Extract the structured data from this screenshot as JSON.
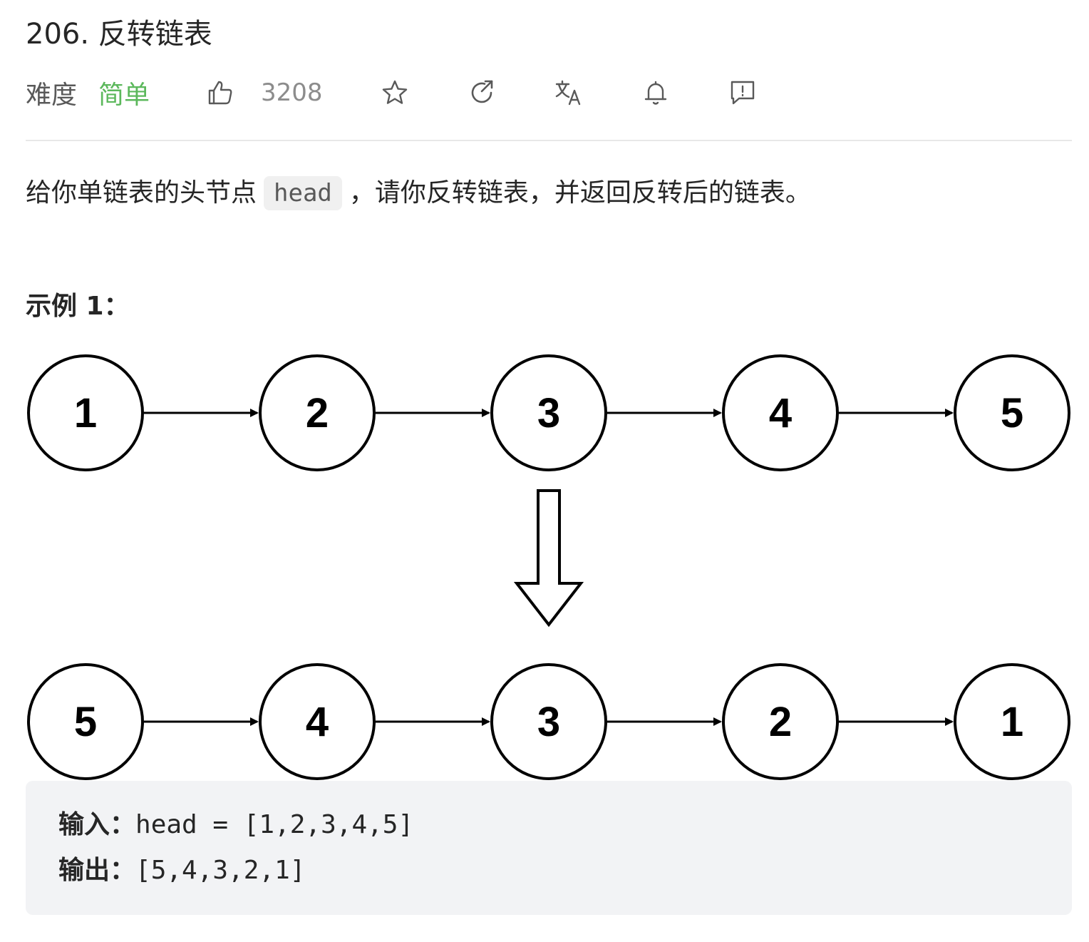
{
  "problem": {
    "title": "206. 反转链表",
    "difficulty_label": "难度",
    "difficulty_value": "简单",
    "like_count": "3208"
  },
  "toolbar_icons": [
    "thumbs-up-icon",
    "star-icon",
    "share-icon",
    "translate-icon",
    "bell-icon",
    "feedback-icon"
  ],
  "description": {
    "before": "给你单链表的头节点",
    "code": "head",
    "after": "，请你反转链表，并返回反转后的链表。"
  },
  "example": {
    "title": "示例 1：",
    "input_label": "输入：",
    "input_value": "head = [1,2,3,4,5]",
    "output_label": "输出：",
    "output_value": "[5,4,3,2,1]"
  },
  "diagram": {
    "original_list": [
      "1",
      "2",
      "3",
      "4",
      "5"
    ],
    "reversed_list": [
      "5",
      "4",
      "3",
      "2",
      "1"
    ]
  },
  "colors": {
    "accent_easy": "#5cb85c",
    "text_muted": "#8c8c8c"
  }
}
